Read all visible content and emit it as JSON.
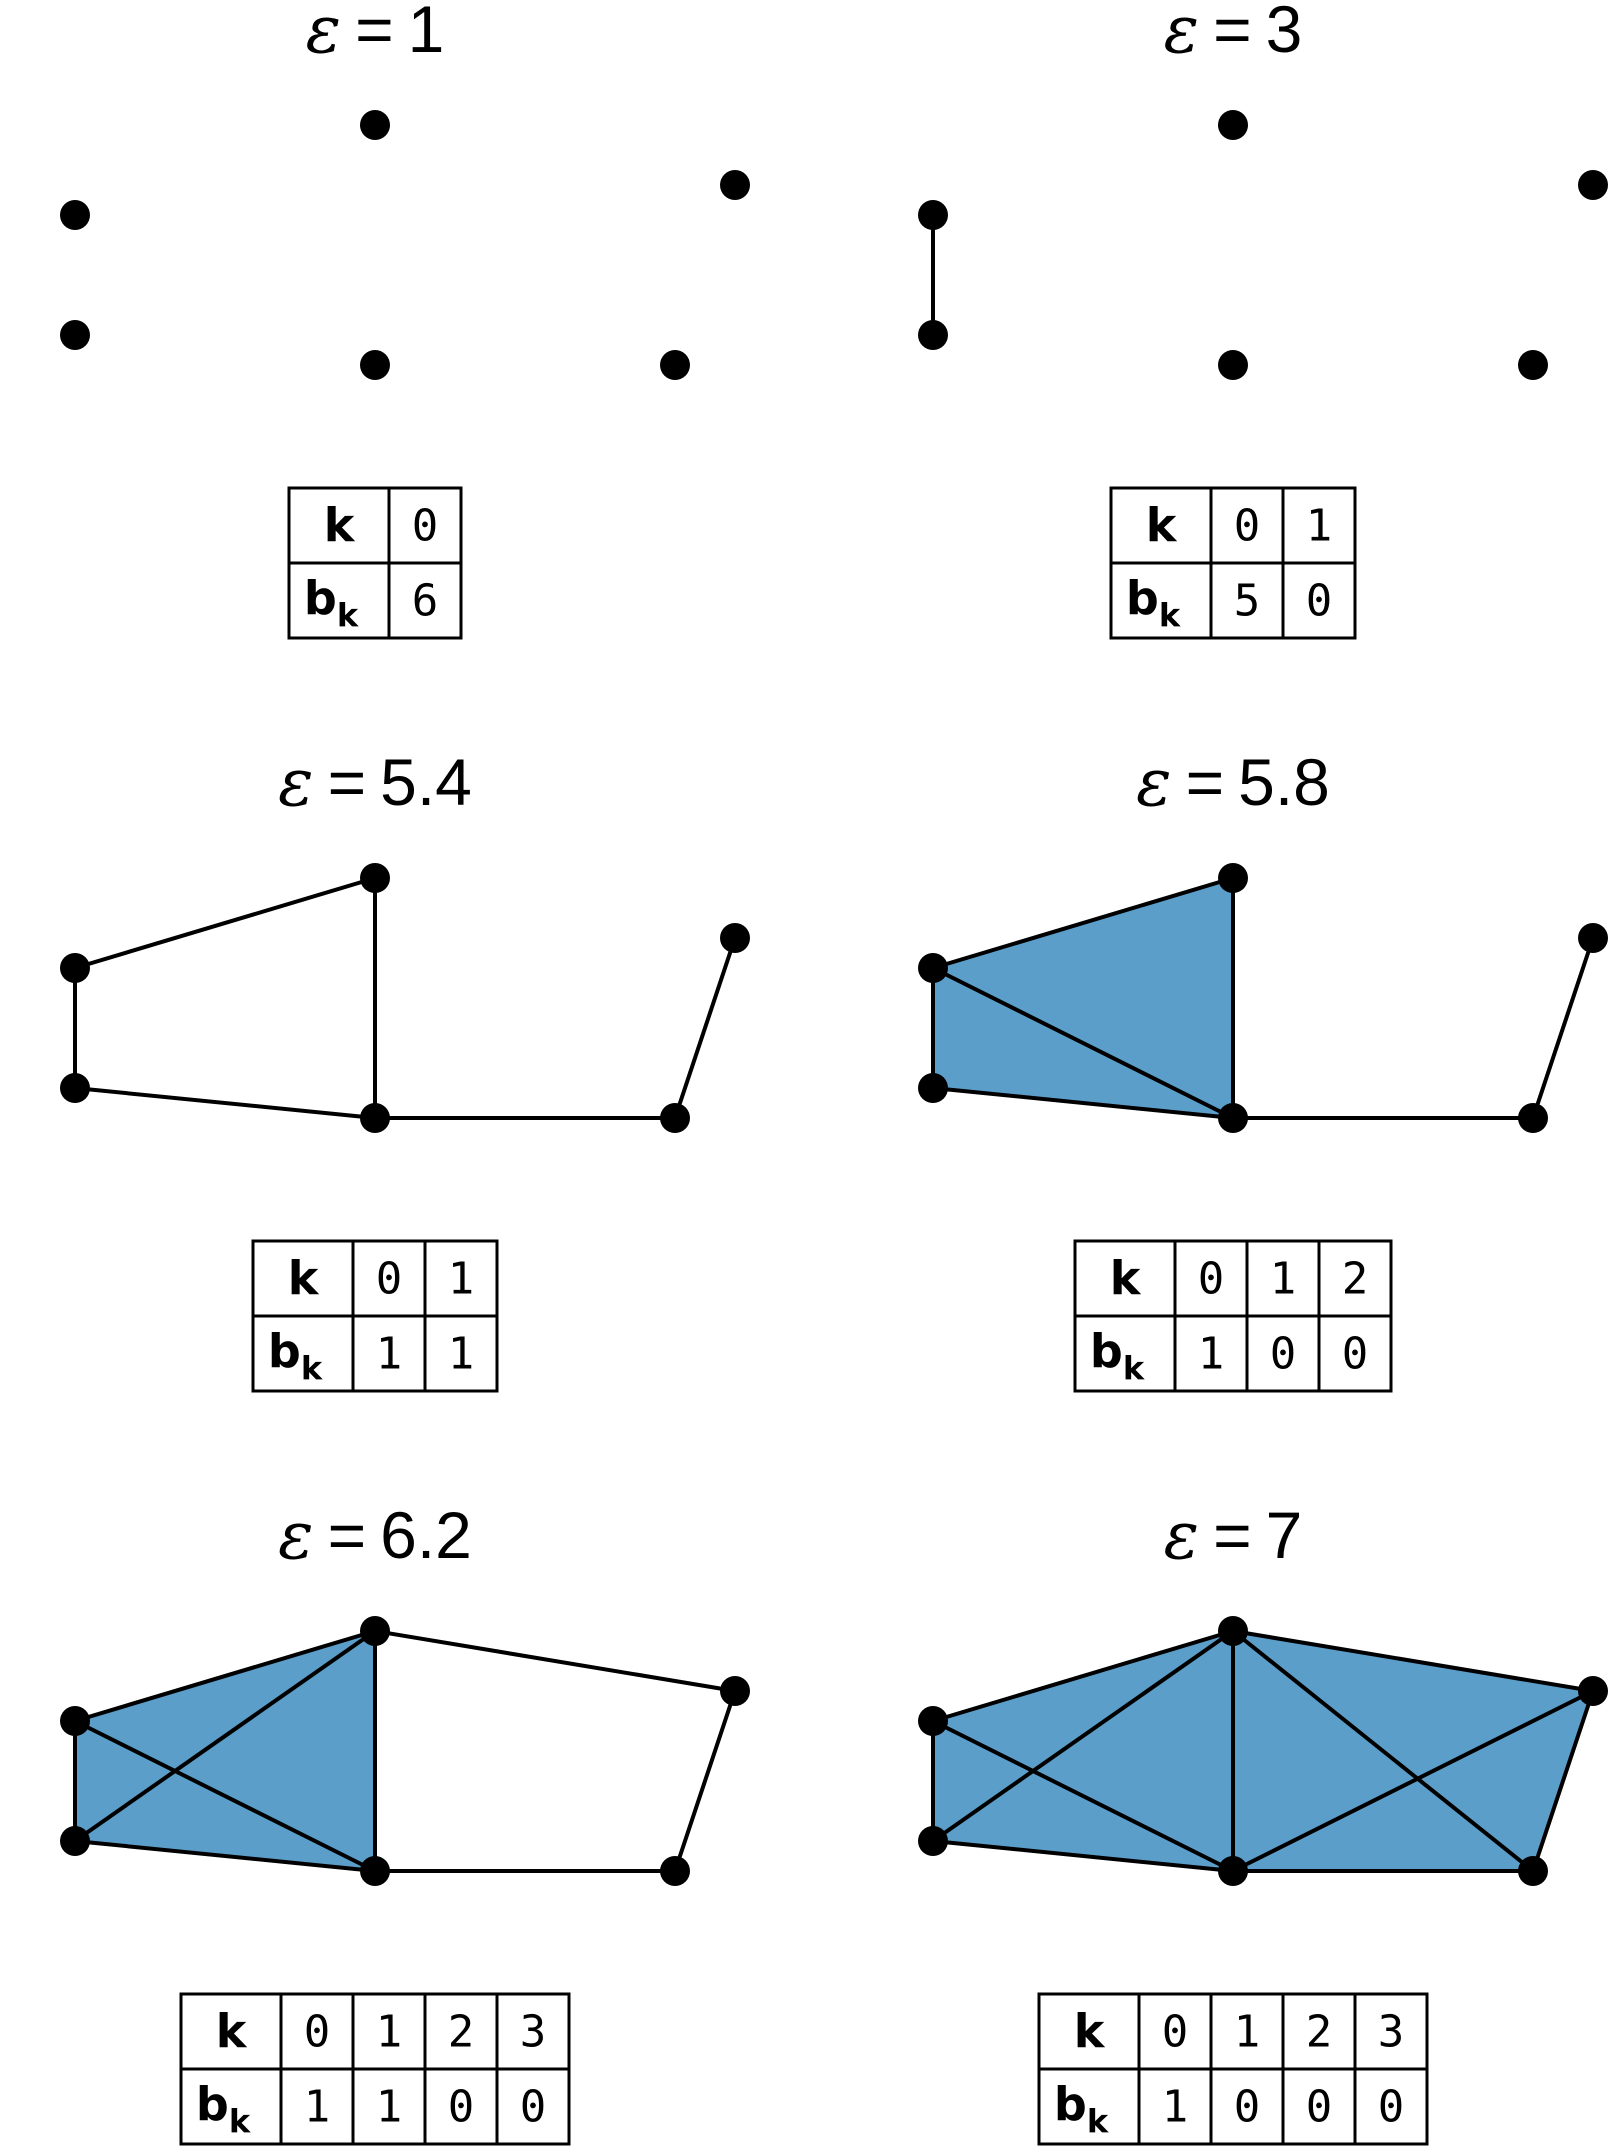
{
  "colors": {
    "fill": "#5b9ec9",
    "stroke": "#000000",
    "background": "#ffffff"
  },
  "table_labels": {
    "k": "k",
    "b_main": "b",
    "b_sub": "k"
  },
  "panels": [
    {
      "epsilon_symbol": "ε",
      "equals": "=",
      "epsilon_value": "1",
      "edges": [],
      "triangles": [],
      "table": {
        "k": [
          "0"
        ],
        "b": [
          "6"
        ]
      }
    },
    {
      "epsilon_symbol": "ε",
      "equals": "=",
      "epsilon_value": "3",
      "edges": [
        [
          0,
          1
        ]
      ],
      "triangles": [],
      "table": {
        "k": [
          "0",
          "1"
        ],
        "b": [
          "5",
          "0"
        ]
      }
    },
    {
      "epsilon_symbol": "ε",
      "equals": "=",
      "epsilon_value": "5.4",
      "edges": [
        [
          0,
          1
        ],
        [
          0,
          2
        ],
        [
          2,
          3
        ],
        [
          1,
          3
        ],
        [
          3,
          4
        ],
        [
          4,
          5
        ]
      ],
      "triangles": [],
      "table": {
        "k": [
          "0",
          "1"
        ],
        "b": [
          "1",
          "1"
        ]
      }
    },
    {
      "epsilon_symbol": "ε",
      "equals": "=",
      "epsilon_value": "5.8",
      "edges": [
        [
          0,
          1
        ],
        [
          0,
          2
        ],
        [
          2,
          3
        ],
        [
          1,
          3
        ],
        [
          0,
          3
        ],
        [
          3,
          4
        ],
        [
          4,
          5
        ]
      ],
      "triangles": [
        [
          0,
          1,
          3
        ],
        [
          0,
          2,
          3
        ]
      ],
      "table": {
        "k": [
          "0",
          "1",
          "2"
        ],
        "b": [
          "1",
          "0",
          "0"
        ]
      }
    },
    {
      "epsilon_symbol": "ε",
      "equals": "=",
      "epsilon_value": "6.2",
      "edges": [
        [
          0,
          1
        ],
        [
          0,
          2
        ],
        [
          2,
          3
        ],
        [
          1,
          3
        ],
        [
          0,
          3
        ],
        [
          1,
          2
        ],
        [
          3,
          4
        ],
        [
          4,
          5
        ],
        [
          2,
          5
        ]
      ],
      "triangles": [
        [
          0,
          1,
          3
        ],
        [
          0,
          2,
          3
        ],
        [
          0,
          1,
          2
        ],
        [
          1,
          2,
          3
        ]
      ],
      "table": {
        "k": [
          "0",
          "1",
          "2",
          "3"
        ],
        "b": [
          "1",
          "1",
          "0",
          "0"
        ]
      }
    },
    {
      "epsilon_symbol": "ε",
      "equals": "=",
      "epsilon_value": "7",
      "edges": [
        [
          0,
          1
        ],
        [
          0,
          2
        ],
        [
          2,
          3
        ],
        [
          1,
          3
        ],
        [
          0,
          3
        ],
        [
          1,
          2
        ],
        [
          3,
          4
        ],
        [
          4,
          5
        ],
        [
          2,
          5
        ],
        [
          2,
          4
        ],
        [
          3,
          5
        ]
      ],
      "triangles": [
        [
          0,
          1,
          3
        ],
        [
          0,
          2,
          3
        ],
        [
          0,
          1,
          2
        ],
        [
          1,
          2,
          3
        ],
        [
          2,
          3,
          4
        ],
        [
          2,
          3,
          5
        ],
        [
          2,
          4,
          5
        ],
        [
          3,
          4,
          5
        ]
      ],
      "table": {
        "k": [
          "0",
          "1",
          "2",
          "3"
        ],
        "b": [
          "1",
          "0",
          "0",
          "0"
        ]
      }
    }
  ]
}
